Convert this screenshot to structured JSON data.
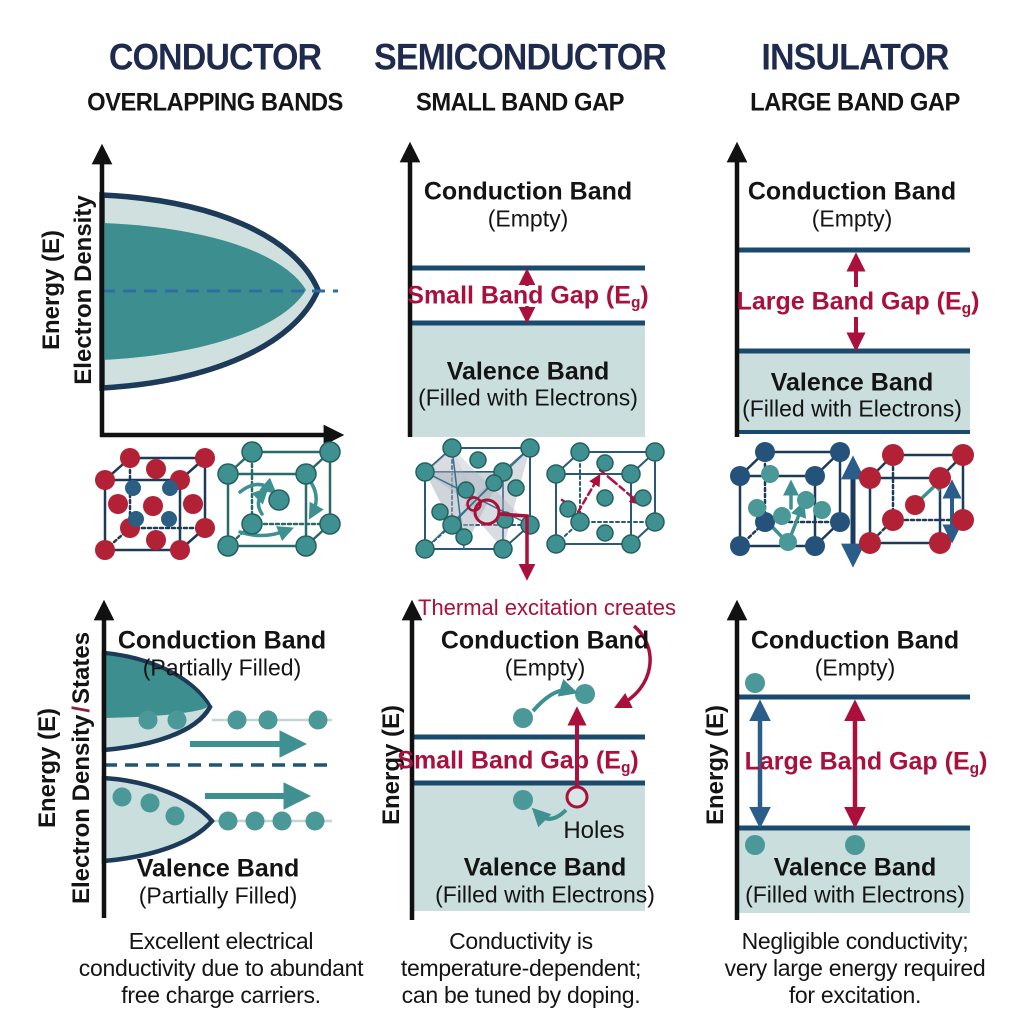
{
  "colors": {
    "title_navy": "#1e2b4f",
    "text_black": "#141414",
    "crimson": "#ab0f3c",
    "band_line_navy": "#1a4a6e",
    "teal_dark": "#3d8e8e",
    "teal_light": "#c9dedd",
    "teal_dot": "#4b9898",
    "atom_red": "#b32136",
    "atom_navy": "#2a5e83"
  },
  "columns": [
    {
      "title": "CONDUCTOR",
      "subtitle": "OVERLAPPING BANDS",
      "top": {
        "axis_label_energy": "Energy (E)",
        "axis_label_density": "Electron Density"
      },
      "bottom": {
        "axis_label_energy": "Energy (E)",
        "axis2_pre": "Electron Density",
        "axis2_slash": "/",
        "axis2_post": "States",
        "conduction": "Conduction Band",
        "conduction_state": "(Partially Filled)",
        "valence": "Valence Band",
        "valence_state": "(Partially Filled)"
      },
      "caption": [
        "Excellent electrical",
        "conductivity due to abundant",
        "free charge carriers."
      ]
    },
    {
      "title": "SEMICONDUCTOR",
      "subtitle": "SMALL BAND GAP",
      "top": {
        "conduction": "Conduction Band",
        "conduction_state": "(Empty)",
        "gap_prefix": "Small Band Gap (E",
        "gap_sub": "g",
        "gap_suffix": ")",
        "valence": "Valence Band",
        "valence_state": "(Filled with Electrons)"
      },
      "bottom": {
        "axis_label_energy": "Energy (E)",
        "annotation": "Thermal excitation creates",
        "conduction": "Conduction Band",
        "conduction_state": "(Empty)",
        "gap_prefix": "Small Band Gap (E",
        "gap_sub": "g",
        "gap_suffix": ")",
        "holes": "Holes",
        "valence": "Valence Band",
        "valence_state": "(Filled with Electrons)"
      },
      "caption": [
        "Conductivity is",
        "temperature-dependent;",
        "can be tuned by doping."
      ]
    },
    {
      "title": "INSULATOR",
      "subtitle": "LARGE BAND GAP",
      "top": {
        "conduction": "Conduction Band",
        "conduction_state": "(Empty)",
        "gap_prefix": "Large Band Gap (E",
        "gap_sub": "g",
        "gap_suffix": ")",
        "valence": "Valence Band",
        "valence_state": "(Filled with Electrons)"
      },
      "bottom": {
        "axis_label_energy": "Energy (E)",
        "conduction": "Conduction Band",
        "conduction_state": "(Empty)",
        "gap_prefix": "Large Band Gap (E",
        "gap_sub": "g",
        "gap_suffix": ")",
        "valence": "Valence Band",
        "valence_state": "(Filled with Electrons)"
      },
      "caption": [
        "Negligible conductivity;",
        "very large energy required",
        "for excitation."
      ]
    }
  ]
}
